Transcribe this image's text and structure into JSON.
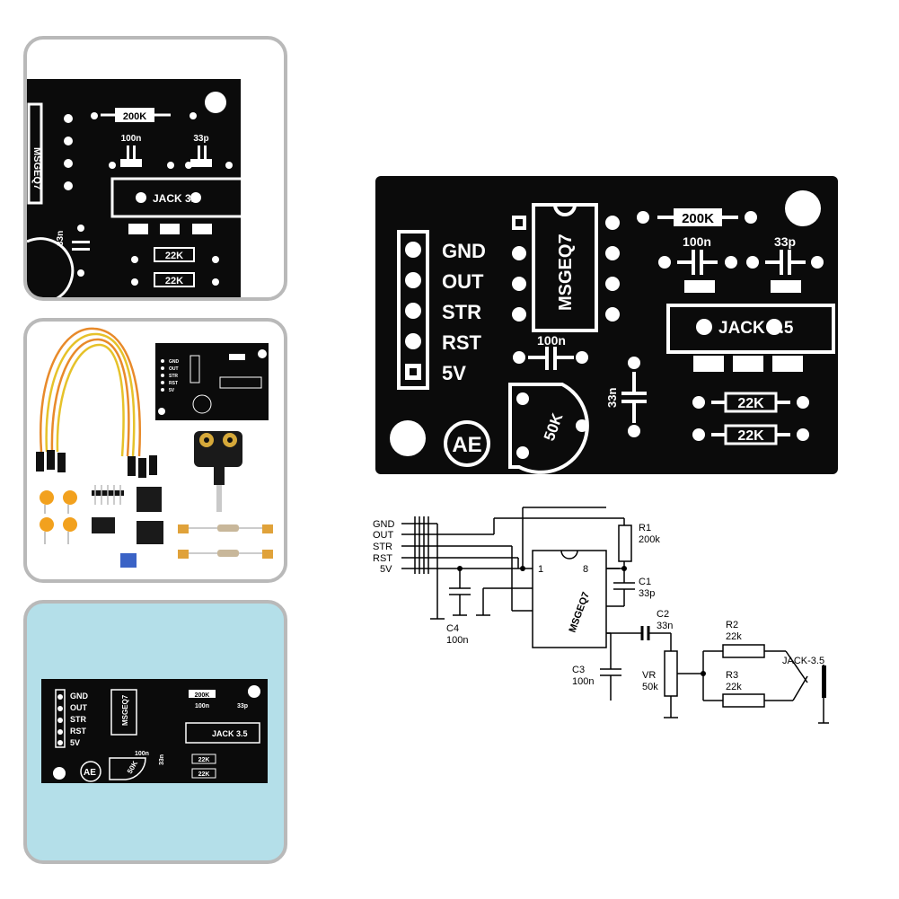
{
  "board": {
    "pins": [
      "GND",
      "OUT",
      "STR",
      "RST",
      "5V"
    ],
    "chip": "MSGEQ7",
    "r_top": "200K",
    "c_left": "100n",
    "c_right": "33p",
    "jack": "JACK 3.5",
    "c_low": "100n",
    "c_side": "33n",
    "pot": "50K",
    "r1": "22K",
    "r2": "22K",
    "logo": "AE"
  },
  "schematic": {
    "pins": [
      "GND",
      "OUT",
      "STR",
      "RST",
      "5V"
    ],
    "chip": "MSGEQ7",
    "pin1": "1",
    "pin8": "8",
    "r1": {
      "name": "R1",
      "value": "200k"
    },
    "c1": {
      "name": "C1",
      "value": "33p"
    },
    "c2": {
      "name": "C2",
      "value": "33n"
    },
    "c3": {
      "name": "C3",
      "value": "100n"
    },
    "c4": {
      "name": "C4",
      "value": "100n"
    },
    "vr": {
      "name": "VR",
      "value": "50k"
    },
    "r2": {
      "name": "R2",
      "value": "22k"
    },
    "r3": {
      "name": "R3",
      "value": "22k"
    },
    "jack": "JACK-3.5"
  },
  "colors": {
    "pcb": "#0b0b0b",
    "silkscreen": "#ffffff",
    "thumb_border": "#b9b9b9",
    "thumb3_background": "#b4dfe9",
    "wire_orange": "#e88a2a",
    "wire_yellow": "#e6c22a",
    "ceramic_cap": "#f2a11e"
  }
}
